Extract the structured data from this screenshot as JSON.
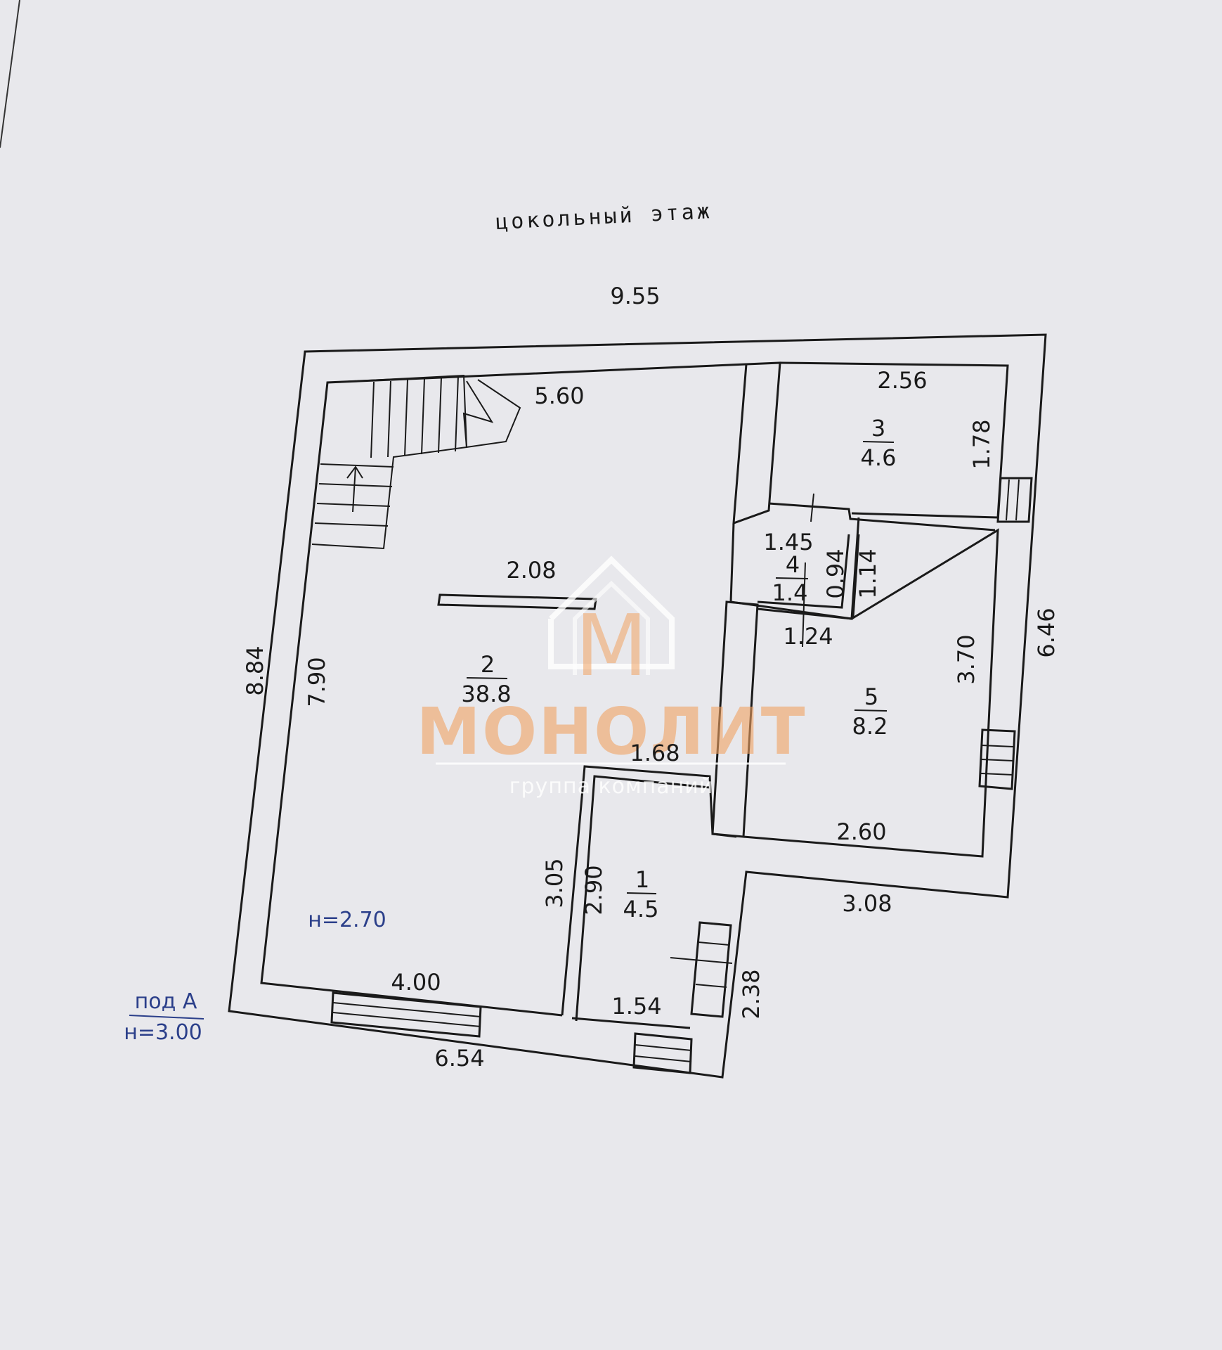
{
  "plan": {
    "title": "цокольный этаж",
    "height_inner": "н=2.70",
    "pod_label": "под А",
    "pod_height": "н=3.00"
  },
  "dimensions": {
    "top_outer": "9.55",
    "stair_room_top": "5.60",
    "room3_top": "2.56",
    "room3_side": "1.78",
    "room4_top": "1.45",
    "room4_side_a": "0.94",
    "room4_side_b": "1.14",
    "room4_bottom": "1.24",
    "partition": "2.08",
    "left_outer": "8.84",
    "left_inner": "7.90",
    "right_outer": "6.46",
    "room5_side": "3.70",
    "room5_bottom": "2.60",
    "right_lower": "3.08",
    "room1_top": "1.68",
    "room1_left_a": "3.05",
    "room1_left_b": "2.90",
    "room1_bottom": "1.54",
    "entry_side": "2.38",
    "bottom_inner": "4.00",
    "bottom_outer": "6.54"
  },
  "rooms": [
    {
      "number": "1",
      "area": "4.5"
    },
    {
      "number": "2",
      "area": "38.8"
    },
    {
      "number": "3",
      "area": "4.6"
    },
    {
      "number": "4",
      "area": "1.4"
    },
    {
      "number": "5",
      "area": "8.2"
    }
  ],
  "watermark": {
    "letter": "М",
    "name": "МОНОЛИТ",
    "subtitle": "группа компаний"
  }
}
